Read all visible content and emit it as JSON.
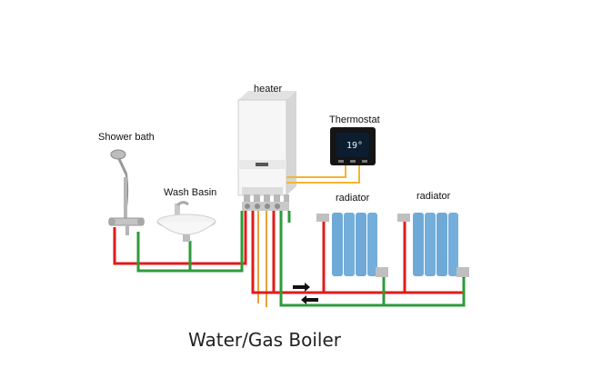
{
  "labels": {
    "heater": "heater",
    "thermostat": "Thermostat",
    "shower_bath": "Shower bath",
    "wash_basin": "Wash Basin",
    "radiator_1": "radiator",
    "radiator_2": "radiator"
  },
  "thermostat_display": "19°",
  "caption": "Water/Gas Boiler",
  "colors": {
    "hot_pipe": "#e21b1b",
    "return_pipe": "#2e9b3a",
    "gas_pipe": "#e8a23a",
    "control_wire": "#f2b531",
    "radiator": "#6fa9d8",
    "boiler": "#f4f4f4"
  },
  "icons": [
    "shower-head-icon",
    "wash-basin-icon",
    "boiler-unit-icon",
    "thermostat-unit-icon",
    "radiator-icon",
    "flow-arrow-icon"
  ]
}
